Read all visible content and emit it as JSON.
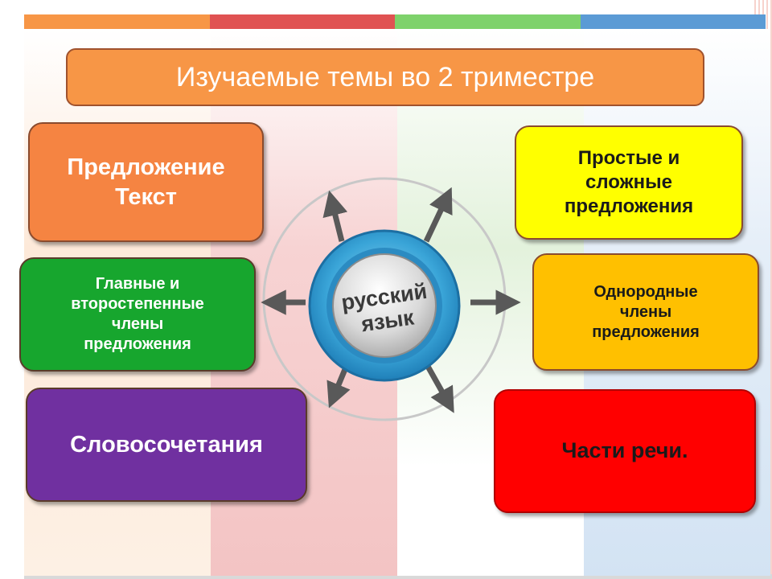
{
  "title": "Изучаемые темы во 2 триместре",
  "center": {
    "line1": "русский",
    "line2": "язык"
  },
  "boxes": {
    "sentence_text": {
      "line1": "Предложение",
      "line2": "Текст"
    },
    "members": {
      "line1": "Главные и",
      "line2": "второстепенные",
      "line3": "члены",
      "line4": "предложения"
    },
    "phrases": {
      "line1": "Словосочетания"
    },
    "simple_complex": {
      "line1": "Простые и",
      "line2": "сложные",
      "line3": "предложения"
    },
    "homogeneous": {
      "line1": "Однородные",
      "line2": "члены",
      "line3": "предложения"
    },
    "parts_of_speech": {
      "line1": "Части речи."
    }
  },
  "colors": {
    "title_bg": "#f79646",
    "sentence_text_bg": "#f58442",
    "members_bg": "#17a62e",
    "phrases_bg": "#7030a0",
    "simple_complex_bg": "#ffff00",
    "homogeneous_bg": "#ffc000",
    "parts_of_speech_bg": "#ff0000",
    "topbar": [
      "#f79646",
      "#e05252",
      "#7ed26b",
      "#5b9bd5"
    ]
  },
  "icons": [
    "arrow-icon"
  ]
}
